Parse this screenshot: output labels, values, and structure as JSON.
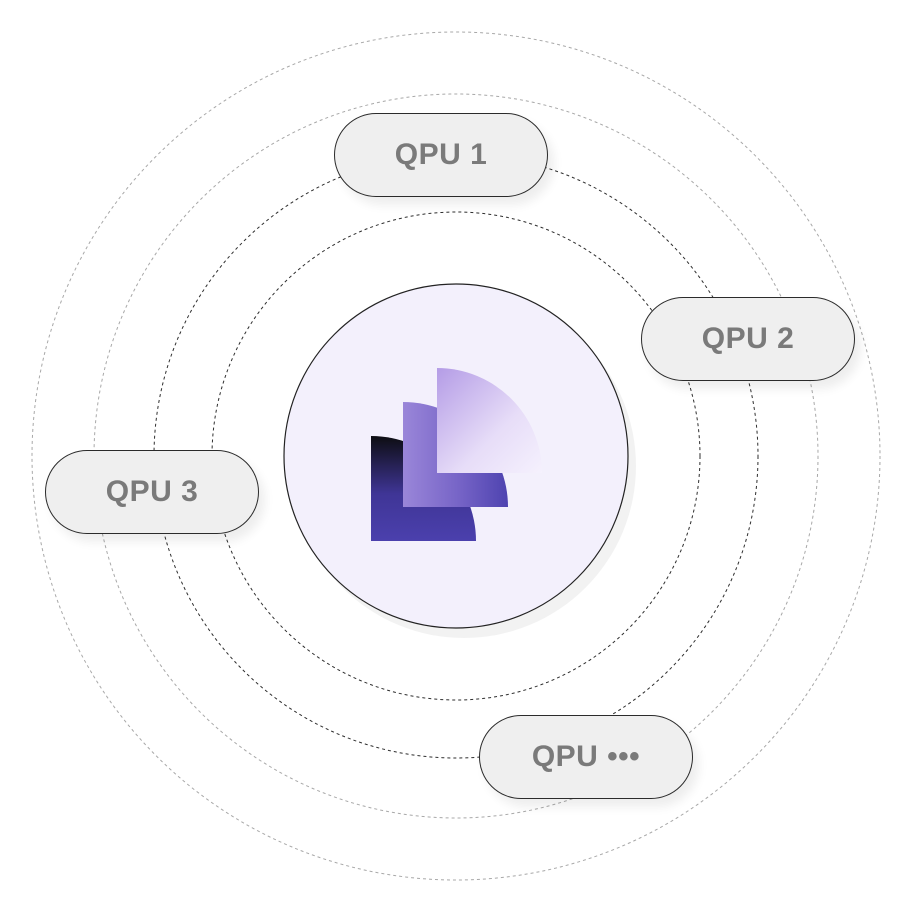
{
  "nodes": [
    {
      "id": "qpu-1",
      "label": "QPU 1"
    },
    {
      "id": "qpu-2",
      "label": "QPU 2"
    },
    {
      "id": "qpu-3",
      "label": "QPU 3"
    },
    {
      "id": "qpu-more",
      "label": "QPU •••"
    }
  ],
  "hub": {
    "logo_icon": "layered-quarter-circles-logo-icon",
    "fill_color": "#f3f0fc",
    "logo_colors": {
      "dark_purple": "#4b3fa8",
      "mid_purple": "#8a78d2",
      "light_purple": "#c9b8ee",
      "black": "#111111"
    }
  },
  "orbit_style": "dashed"
}
